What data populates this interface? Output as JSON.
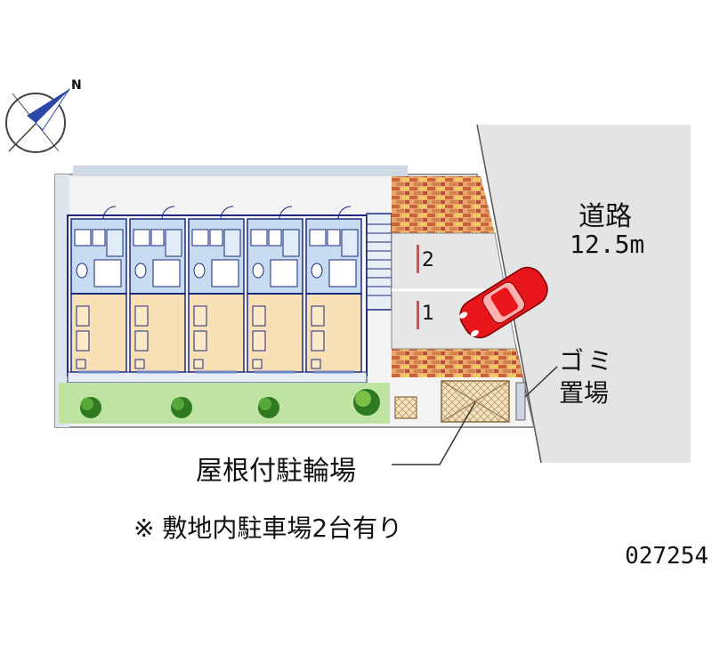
{
  "compass": {
    "north_label": "N",
    "icon": "compass-icon"
  },
  "road": {
    "name": "道路",
    "width": "12.5m"
  },
  "garbage": {
    "line1": "ゴミ",
    "line2": "置場"
  },
  "bicycle_parking": {
    "label": "屋根付駐輪場"
  },
  "parking_slots": [
    "2",
    "1"
  ],
  "note": "※ 敷地内駐車場2台有り",
  "property_code": "027254",
  "units": [
    "unit-1",
    "unit-2",
    "unit-3",
    "unit-4",
    "unit-5"
  ],
  "colors": {
    "room_floor": "#f9dfb4",
    "wet_area": "#c7dcf0",
    "unit_outline": "#1a2a80",
    "brick": "#d4824a",
    "road": "#e4e4e4",
    "garden": "#bfe3a3",
    "car": "#e8151b"
  }
}
